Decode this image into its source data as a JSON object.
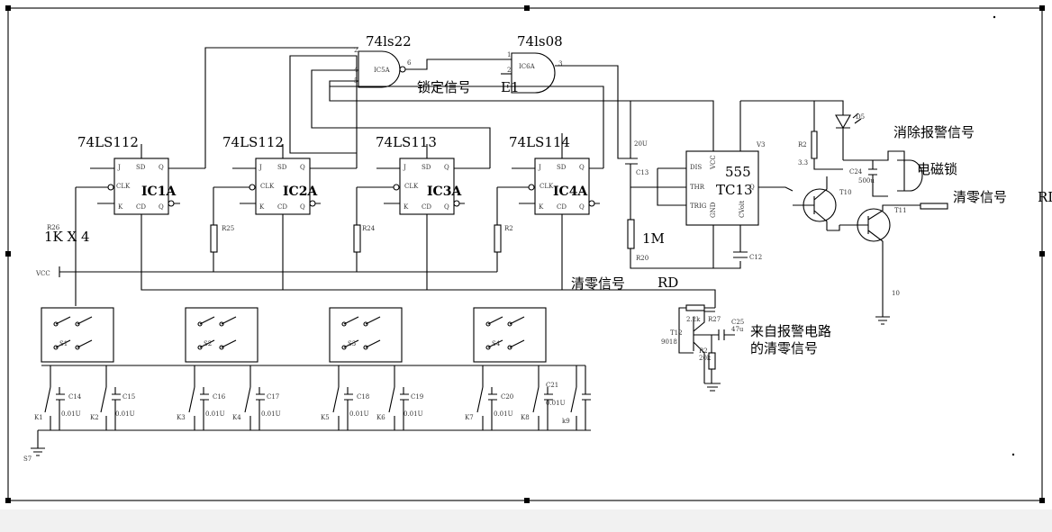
{
  "chips": [
    {
      "name": "IC1A",
      "part": "74LS112"
    },
    {
      "name": "IC2A",
      "part": "74LS112"
    },
    {
      "name": "IC3A",
      "part": "74LS113"
    },
    {
      "name": "IC4A",
      "part": "74LS114"
    }
  ],
  "gates": [
    {
      "part": "74ls22"
    },
    {
      "part": "74ls08"
    }
  ],
  "timer": {
    "part": "555",
    "name": "TC13"
  },
  "parts": {
    "r20": "1M",
    "r26": "1K X 4"
  },
  "labels": {
    "lock_signal": "锁定信号",
    "e1": "E1",
    "clear_alarm": "消除报警信号",
    "solenoid_lock": "电磁锁",
    "clear_signal": "清零信号",
    "rd": "RD",
    "from_alarm_line1": "来自报警电路",
    "from_alarm_line2": "的清零信号"
  }
}
